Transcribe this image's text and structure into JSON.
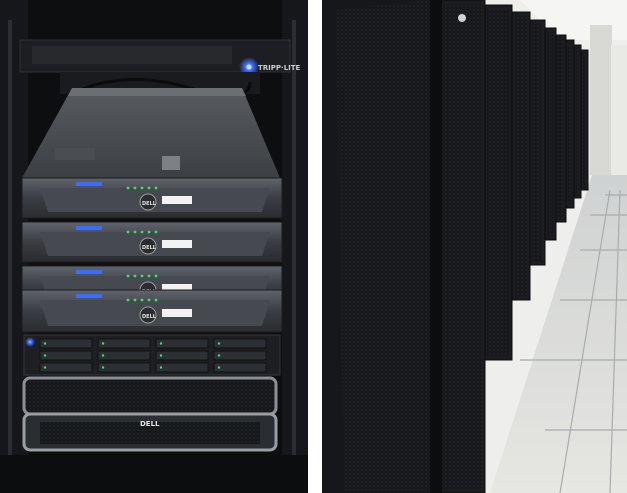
{
  "photos": [
    {
      "id": "left",
      "subject": "server-rack",
      "labels": {
        "top_unit_brand": "TRIPP·LITE",
        "server_brand": "DELL",
        "bottom_unit_brand": "DELL"
      }
    },
    {
      "id": "right",
      "subject": "data-center-aisle"
    }
  ],
  "colors": {
    "background": "#ffffff",
    "rack_frame": "#121315",
    "server_body": "#2b2e33",
    "server_bezel": "#4c5057",
    "blue_led": "#3a6dff",
    "green_led": "#37e26b",
    "cabinet": "#17191c",
    "floor": "#dcdcd8",
    "wall": "#eeeeec"
  }
}
